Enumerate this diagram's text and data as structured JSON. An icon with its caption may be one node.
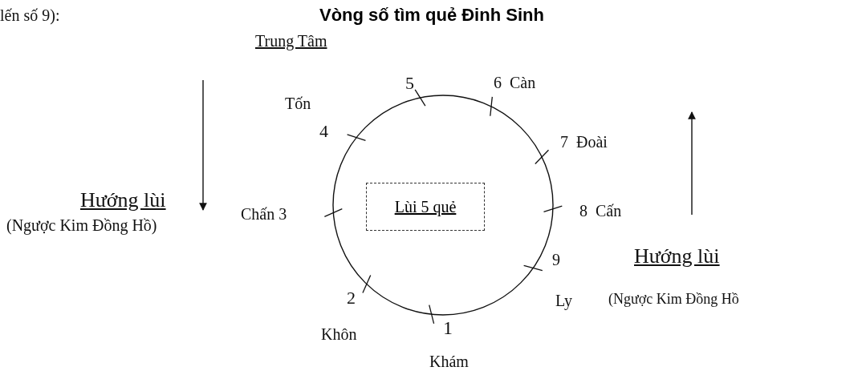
{
  "diagram": {
    "title": "Vòng số tìm quẻ Đinh Sinh",
    "nodes": [
      {
        "text": [
          "Lùi 5 quẻ"
        ]
      }
    ],
    "labels": [
      "lến số 9):",
      "Trung Tâm",
      "Tốn",
      "5",
      "6  Càn",
      "4",
      "7  Đoài",
      "Chấn 3",
      "8  Cấn",
      "Hướng lùi",
      "(Ngược Kim Đồng Hồ)",
      "9",
      "Hướng lùi",
      "2",
      "Ly",
      "(Ngược Kim Đồng Hồ",
      "Khôn",
      "1",
      "Khám"
    ]
  }
}
